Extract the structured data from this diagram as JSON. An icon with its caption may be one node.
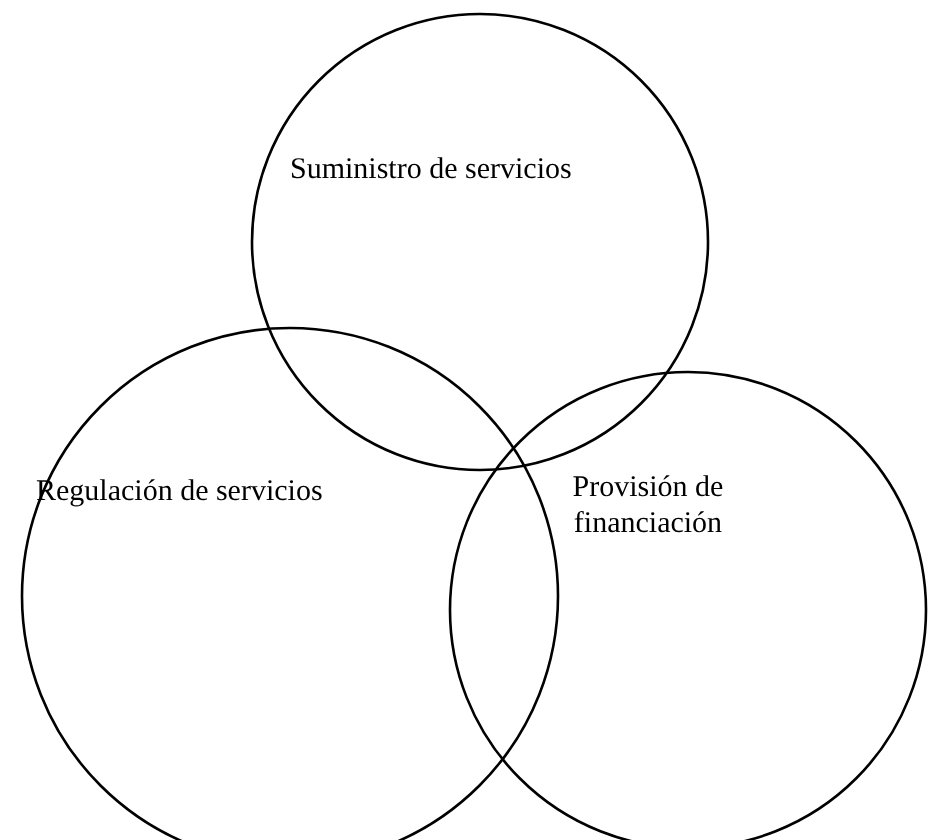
{
  "diagram": {
    "nodes": [
      {
        "text": [
          "Suministro de servicios"
        ]
      },
      {
        "text": [
          "Regulación de servicios"
        ]
      },
      {
        "text": [
          "Provisión de financiación"
        ]
      }
    ]
  }
}
